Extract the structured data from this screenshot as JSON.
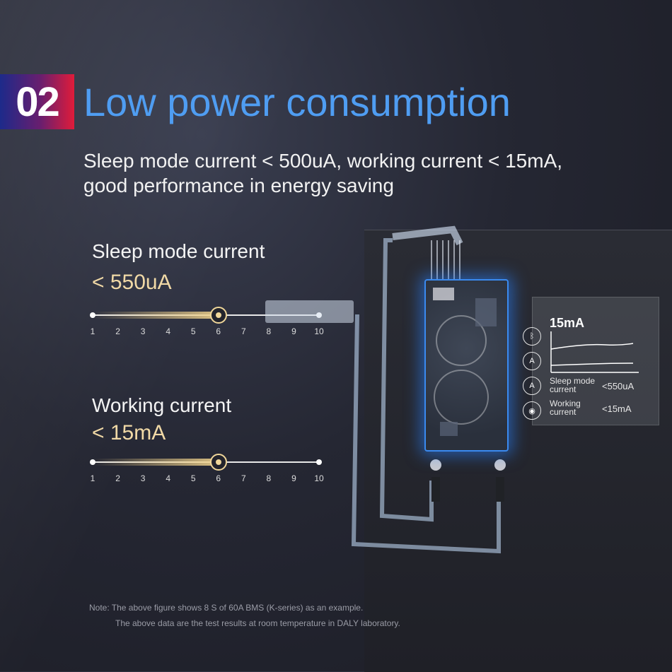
{
  "header": {
    "number": "02",
    "title": "Low power consumption"
  },
  "subtitle": {
    "line1": "Sleep mode current < 500uA, working current  < 15mA,",
    "line2": "good performance in energy saving"
  },
  "metrics": [
    {
      "label": "Sleep mode current",
      "value": "< 550uA",
      "level": 6
    },
    {
      "label": "Working current",
      "value": "< 15mA",
      "level": 6
    }
  ],
  "scale_ticks": [
    "1",
    "2",
    "3",
    "4",
    "5",
    "6",
    "7",
    "8",
    "9",
    "10"
  ],
  "info_card": {
    "headline": "15mA",
    "rows": [
      {
        "label_line1": "Sleep mode",
        "label_line2": "current",
        "value": "<550uA"
      },
      {
        "label_line1": "Working",
        "label_line2": "current",
        "value": "<15mA"
      }
    ]
  },
  "icons": [
    "bluetooth-icon",
    "ammeter-icon",
    "ammeter-icon",
    "location-icon"
  ],
  "note": {
    "line1": "Note: The above figure shows 8 S of 60A BMS (K-series) as an example.",
    "line2": "The above data are the test results at room temperature in DALY laboratory."
  },
  "colors": {
    "title": "#4f9df2",
    "accent_gold": "#f1d9a6",
    "glow_blue": "#2a82ff"
  }
}
